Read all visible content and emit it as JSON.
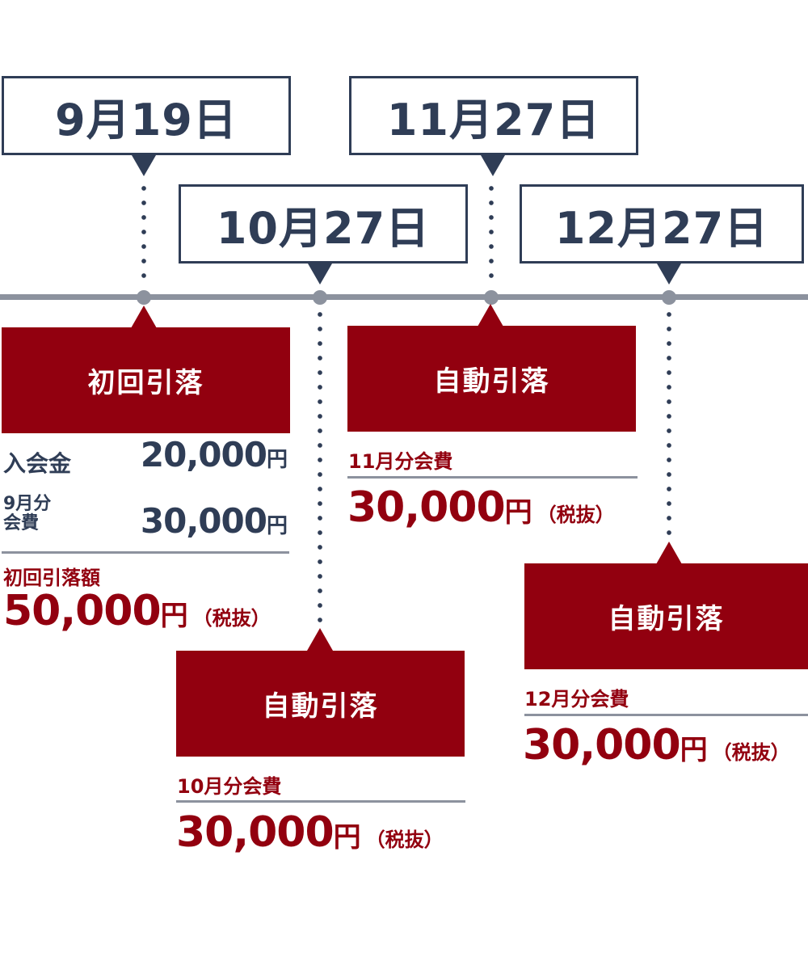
{
  "colors": {
    "navy": "#2f3d56",
    "red": "#92000f",
    "gray": "#8c929e"
  },
  "dates": [
    "9月19日",
    "10月27日",
    "11月27日",
    "12月27日"
  ],
  "initial": {
    "title": "初回引落",
    "rows": [
      {
        "label_lines": [
          "入会金"
        ],
        "amount": "20,000",
        "unit": "円"
      },
      {
        "label_lines": [
          "9月分",
          "会費"
        ],
        "amount": "30,000",
        "unit": "円"
      }
    ],
    "total_label": "初回引落額",
    "total_amount": "50,000",
    "unit": "円",
    "tax": "（税抜）"
  },
  "autos": [
    {
      "title": "自動引落",
      "fee_label": "10月分会費",
      "amount": "30,000",
      "unit": "円",
      "tax": "（税抜）"
    },
    {
      "title": "自動引落",
      "fee_label": "11月分会費",
      "amount": "30,000",
      "unit": "円",
      "tax": "（税抜）"
    },
    {
      "title": "自動引落",
      "fee_label": "12月分会費",
      "amount": "30,000",
      "unit": "円",
      "tax": "（税抜）"
    }
  ]
}
